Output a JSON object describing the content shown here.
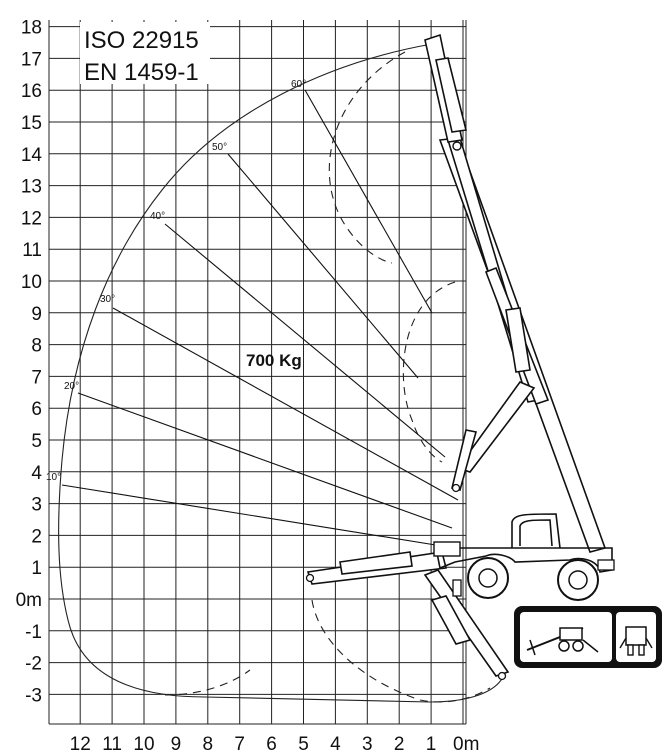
{
  "standards": {
    "line1": "ISO 22915",
    "line2": "EN 1459-1"
  },
  "load_label": "700 Kg",
  "y_axis_labels": [
    "18",
    "17",
    "16",
    "15",
    "14",
    "13",
    "12",
    "11",
    "10",
    "9",
    "8",
    "7",
    "6",
    "5",
    "4",
    "3",
    "2",
    "1",
    "0m",
    "-1",
    "-2",
    "-3"
  ],
  "y_axis_values": [
    18,
    17,
    16,
    15,
    14,
    13,
    12,
    11,
    10,
    9,
    8,
    7,
    6,
    5,
    4,
    3,
    2,
    1,
    0,
    -1,
    -2,
    -3
  ],
  "x_axis_labels": [
    "12",
    "11",
    "10",
    "9",
    "8",
    "7",
    "6",
    "5",
    "4",
    "3",
    "2",
    "1",
    "0m"
  ],
  "x_axis_values": [
    12,
    11,
    10,
    9,
    8,
    7,
    6,
    5,
    4,
    3,
    2,
    1,
    0
  ],
  "angle_labels": [
    "10°",
    "20°",
    "30°",
    "40°",
    "50°",
    "60°"
  ],
  "colors": {
    "line": "#222222",
    "background": "#ffffff",
    "text": "#111111"
  },
  "icons": [
    "telehandler-side-view-icon",
    "telehandler-front-view-icon"
  ]
}
